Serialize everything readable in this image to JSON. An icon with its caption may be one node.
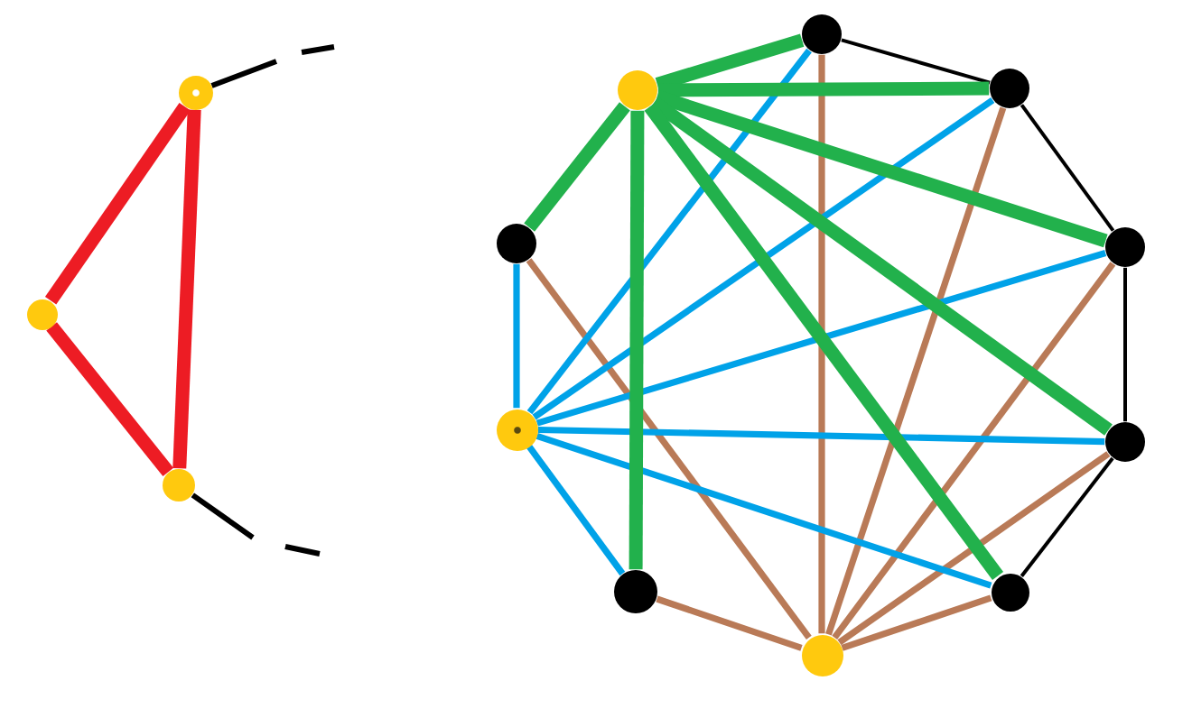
{
  "diagram": {
    "nodes": [
      {
        "text": [],
        "shape": "circle"
      },
      {
        "text": [],
        "shape": "circle"
      },
      {
        "text": [],
        "shape": "circle"
      },
      {
        "text": [],
        "shape": "circle"
      },
      {
        "text": [],
        "shape": "circle"
      },
      {
        "text": [],
        "shape": "circle"
      },
      {
        "text": [],
        "shape": "circle"
      },
      {
        "text": [],
        "shape": "circle"
      },
      {
        "text": [],
        "shape": "circle"
      },
      {
        "text": [],
        "shape": "circle"
      },
      {
        "text": [],
        "shape": "circle"
      },
      {
        "text": [],
        "shape": "circle"
      },
      {
        "text": [],
        "shape": "circle"
      }
    ],
    "edges": [
      {
        "from": 0,
        "to": 1,
        "arrow": "none",
        "style": "thick",
        "color": "#ed1c24"
      },
      {
        "from": 1,
        "to": 2,
        "arrow": "none",
        "style": "thick",
        "color": "#ed1c24"
      },
      {
        "from": 0,
        "to": 2,
        "arrow": "none",
        "style": "thick",
        "color": "#ed1c24"
      },
      {
        "from": 0,
        "to": null,
        "arrow": "none",
        "style": "dashed",
        "color": "#000000"
      },
      {
        "from": 2,
        "to": null,
        "arrow": "none",
        "style": "dashed",
        "color": "#000000"
      },
      {
        "from": 3,
        "to": 4,
        "arrow": "none",
        "color": "#000000"
      },
      {
        "from": 4,
        "to": 5,
        "arrow": "none",
        "color": "#000000"
      },
      {
        "from": 5,
        "to": 6,
        "arrow": "none",
        "color": "#000000"
      },
      {
        "from": 6,
        "to": 7,
        "arrow": "none",
        "color": "#000000"
      },
      {
        "from": 8,
        "to": 9,
        "arrow": "none",
        "color": "#b97a57"
      },
      {
        "from": 8,
        "to": 11,
        "arrow": "none",
        "color": "#b97a57"
      },
      {
        "from": 8,
        "to": 3,
        "arrow": "none",
        "color": "#b97a57"
      },
      {
        "from": 8,
        "to": 4,
        "arrow": "none",
        "color": "#b97a57"
      },
      {
        "from": 8,
        "to": 5,
        "arrow": "none",
        "color": "#b97a57"
      },
      {
        "from": 8,
        "to": 6,
        "arrow": "none",
        "color": "#b97a57"
      },
      {
        "from": 8,
        "to": 7,
        "arrow": "none",
        "color": "#b97a57"
      },
      {
        "from": 10,
        "to": 11,
        "arrow": "none",
        "color": "#00a2e8"
      },
      {
        "from": 10,
        "to": 3,
        "arrow": "none",
        "color": "#00a2e8"
      },
      {
        "from": 10,
        "to": 4,
        "arrow": "none",
        "color": "#00a2e8"
      },
      {
        "from": 10,
        "to": 5,
        "arrow": "none",
        "color": "#00a2e8"
      },
      {
        "from": 10,
        "to": 6,
        "arrow": "none",
        "color": "#00a2e8"
      },
      {
        "from": 10,
        "to": 7,
        "arrow": "none",
        "color": "#00a2e8"
      },
      {
        "from": 10,
        "to": 9,
        "arrow": "none",
        "color": "#00a2e8"
      },
      {
        "from": 12,
        "to": 3,
        "arrow": "none",
        "style": "thick",
        "color": "#22b14c"
      },
      {
        "from": 12,
        "to": 4,
        "arrow": "none",
        "style": "thick",
        "color": "#22b14c"
      },
      {
        "from": 12,
        "to": 5,
        "arrow": "none",
        "style": "thick",
        "color": "#22b14c"
      },
      {
        "from": 12,
        "to": 6,
        "arrow": "none",
        "style": "thick",
        "color": "#22b14c"
      },
      {
        "from": 12,
        "to": 7,
        "arrow": "none",
        "style": "thick",
        "color": "#22b14c"
      },
      {
        "from": 12,
        "to": 9,
        "arrow": "none",
        "style": "thick",
        "color": "#22b14c"
      },
      {
        "from": 12,
        "to": 11,
        "arrow": "none",
        "style": "thick",
        "color": "#22b14c"
      }
    ]
  }
}
